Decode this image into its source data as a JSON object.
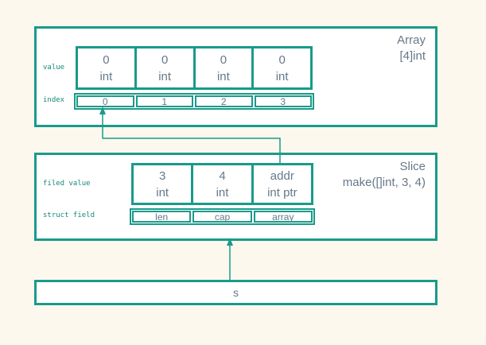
{
  "colors": {
    "teal": "#1A9A8A",
    "text_gray": "#66788A",
    "label_teal": "#15897A",
    "background": "#FCF8EE",
    "box_background": "#FFFFFF"
  },
  "array": {
    "title_line1": "Array",
    "title_line2": "[4]int",
    "value_row_label": "value",
    "index_row_label": "index",
    "cells": [
      {
        "value": "0",
        "type": "int"
      },
      {
        "value": "0",
        "type": "int"
      },
      {
        "value": "0",
        "type": "int"
      },
      {
        "value": "0",
        "type": "int"
      }
    ],
    "indices": [
      "0",
      "1",
      "2",
      "3"
    ]
  },
  "slice": {
    "title_line1": "Slice",
    "title_line2": "make([]int, 3, 4)",
    "field_value_row_label": "filed value",
    "struct_field_row_label": "struct field",
    "cells": [
      {
        "value": "3",
        "type": "int"
      },
      {
        "value": "4",
        "type": "int"
      },
      {
        "value": "addr",
        "type": "int ptr"
      }
    ],
    "struct_fields": [
      "len",
      "cap",
      "array"
    ]
  },
  "variable": {
    "label": "s"
  }
}
